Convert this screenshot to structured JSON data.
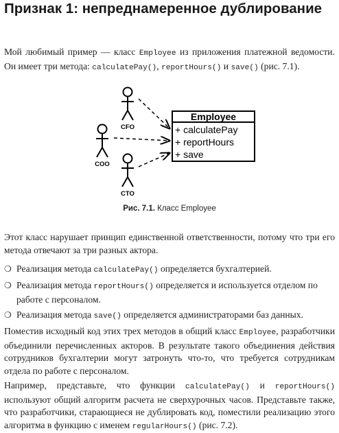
{
  "heading": "Признак 1: непреднамеренное дублирование",
  "intro": {
    "t1": "Мой любимый пример — класс ",
    "c1": "Employee",
    "t2": " из приложения платежной ведомости. Он имеет три метода: ",
    "c2": "calculatePay()",
    "t3": ", ",
    "c3": "reportHours()",
    "t4": " и ",
    "c4": "save()",
    "t5": " (рис. 7.1)."
  },
  "figure": {
    "class_name": "Employee",
    "methods": [
      "+ calculatePay",
      "+ reportHours",
      "+ save"
    ],
    "actors": [
      "CFO",
      "COO",
      "CTO"
    ],
    "caption_num": "Рис. 7.1.",
    "caption_text": " Класс Employee"
  },
  "p2": "Этот класс нарушает принцип единственной ответственности, потому что три его метода отвечают за три разных актора.",
  "bullets": [
    {
      "a": "Реализация метода ",
      "code": "calculatePay()",
      "b": " определяется бухгалтерией."
    },
    {
      "a": "Реализация метода ",
      "code": "reportHours()",
      "b": " определяется и используется отделом по работе с персоналом."
    },
    {
      "a": "Реализация метода ",
      "code": "save()",
      "b": " определяется администраторами баз данных."
    }
  ],
  "bullet_symbol": "❍",
  "p3": {
    "t1": "Поместив исходный код этих трех методов в общий класс ",
    "c1": "Employee",
    "t2": ", разработчики объединили перечисленных акторов. В результате такого объединения действия сотрудников бухгалтерии могут затронуть что-то, что требуется сотрудникам отдела по работе с персоналом."
  },
  "p4": {
    "t1": "Например, представьте, что функции ",
    "c1": "calculatePay()",
    "t2": " и ",
    "c2": "reportHours()",
    "t3": " используют общий алгоритм расчета не сверхурочных часов. Представьте также, что разработчики, старающиеся не дублировать код, поместили реализацию этого алгоритма в функцию с именем ",
    "c3": "regularHours()",
    "t4": " (рис. 7.2)."
  }
}
